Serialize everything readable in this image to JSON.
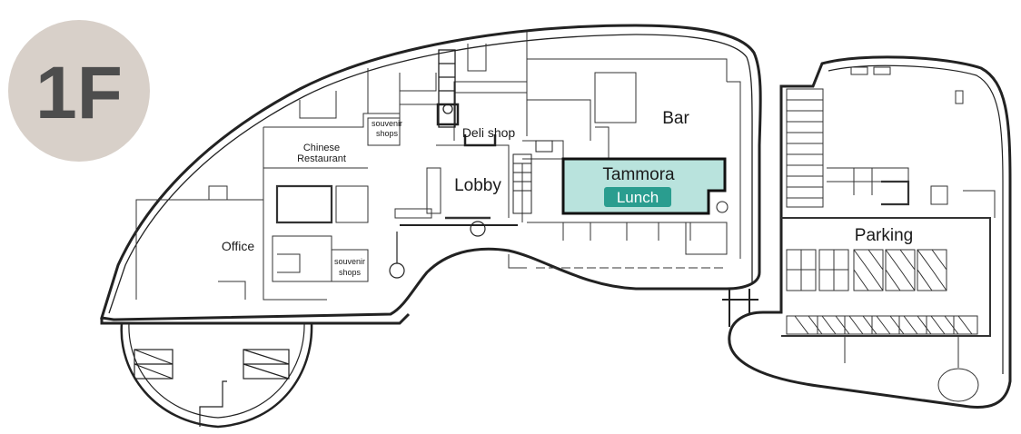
{
  "floor": {
    "label": "1F",
    "badge_color": "#d8d0c9",
    "text_color": "#4d4d4d"
  },
  "rooms": {
    "souvenir_shops_top": [
      "souvenir",
      "shops"
    ],
    "chinese_restaurant": [
      "Chinese",
      "Restaurant"
    ],
    "deli_shop": "Deli shop",
    "bar": "Bar",
    "lobby": "Lobby",
    "office": "Office",
    "souvenir_shops_bottom": [
      "souvenir",
      "shops"
    ],
    "parking": "Parking"
  },
  "highlight": {
    "name": "Tammora",
    "tag": "Lunch",
    "fill_color": "#b9e3dd",
    "tag_color": "#2a9d8f"
  }
}
